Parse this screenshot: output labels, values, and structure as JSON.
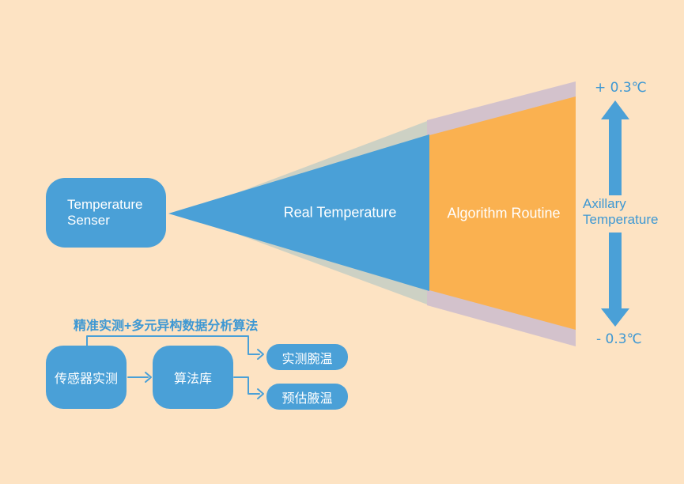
{
  "colors": {
    "background": "#FDE3C3",
    "blue": "#4AA0D7",
    "orange": "#FAB150",
    "gray_band": "#CDD1C4",
    "mauve_band": "#D3C2CC",
    "text_blue": "#3E98D3",
    "white": "#FFFFFF"
  },
  "funnel": {
    "sensor_label": "Temperature\nSenser",
    "real_temperature_label": "Real Temperature",
    "algorithm_label": "Algorithm Routine",
    "upper_bound_label": "+ 0.3℃",
    "lower_bound_label": "- 0.3℃",
    "axis_label": "Axillary\nTemperature"
  },
  "flowchart": {
    "heading": "精准实测+多元异构数据分析算法",
    "nodes": {
      "sensor": "传感器实测",
      "library": "算法库",
      "wrist": "实测腕温",
      "axillary": "预估腋温"
    }
  }
}
